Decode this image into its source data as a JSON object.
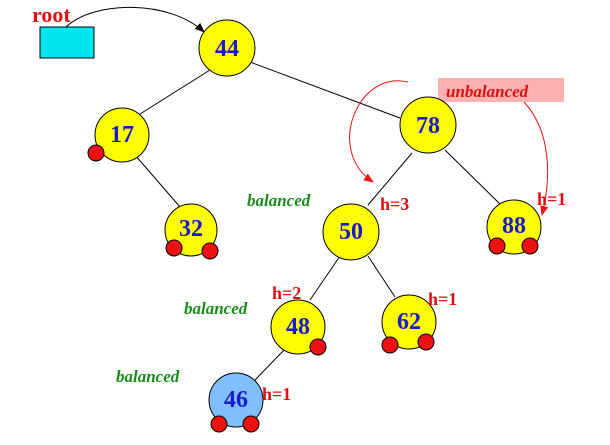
{
  "colors": {
    "node_fill": "#ffff00",
    "highlight_node_fill": "#7fbfff",
    "root_box_fill": "#00e5ee",
    "dot_fill": "#ee1111",
    "value_text": "#1a1acc",
    "balanced_text": "#1a8c1a",
    "height_text": "#dd1111",
    "unbalanced_text": "#dd1111",
    "unbalanced_box": "#ffb0b0",
    "root_text": "#dd1111"
  },
  "root_label": "root",
  "nodes": [
    {
      "id": "n44",
      "value": "44"
    },
    {
      "id": "n17",
      "value": "17"
    },
    {
      "id": "n32",
      "value": "32"
    },
    {
      "id": "n78",
      "value": "78"
    },
    {
      "id": "n50",
      "value": "50"
    },
    {
      "id": "n88",
      "value": "88"
    },
    {
      "id": "n48",
      "value": "48"
    },
    {
      "id": "n62",
      "value": "62"
    },
    {
      "id": "n46",
      "value": "46"
    }
  ],
  "labels": {
    "unbalanced": "unbalanced",
    "balanced_50": "balanced",
    "balanced_48": "balanced",
    "balanced_46": "balanced",
    "h_50": "h=3",
    "h_88": "h=1",
    "h_48": "h=2",
    "h_62": "h=1",
    "h_46": "h=1"
  }
}
